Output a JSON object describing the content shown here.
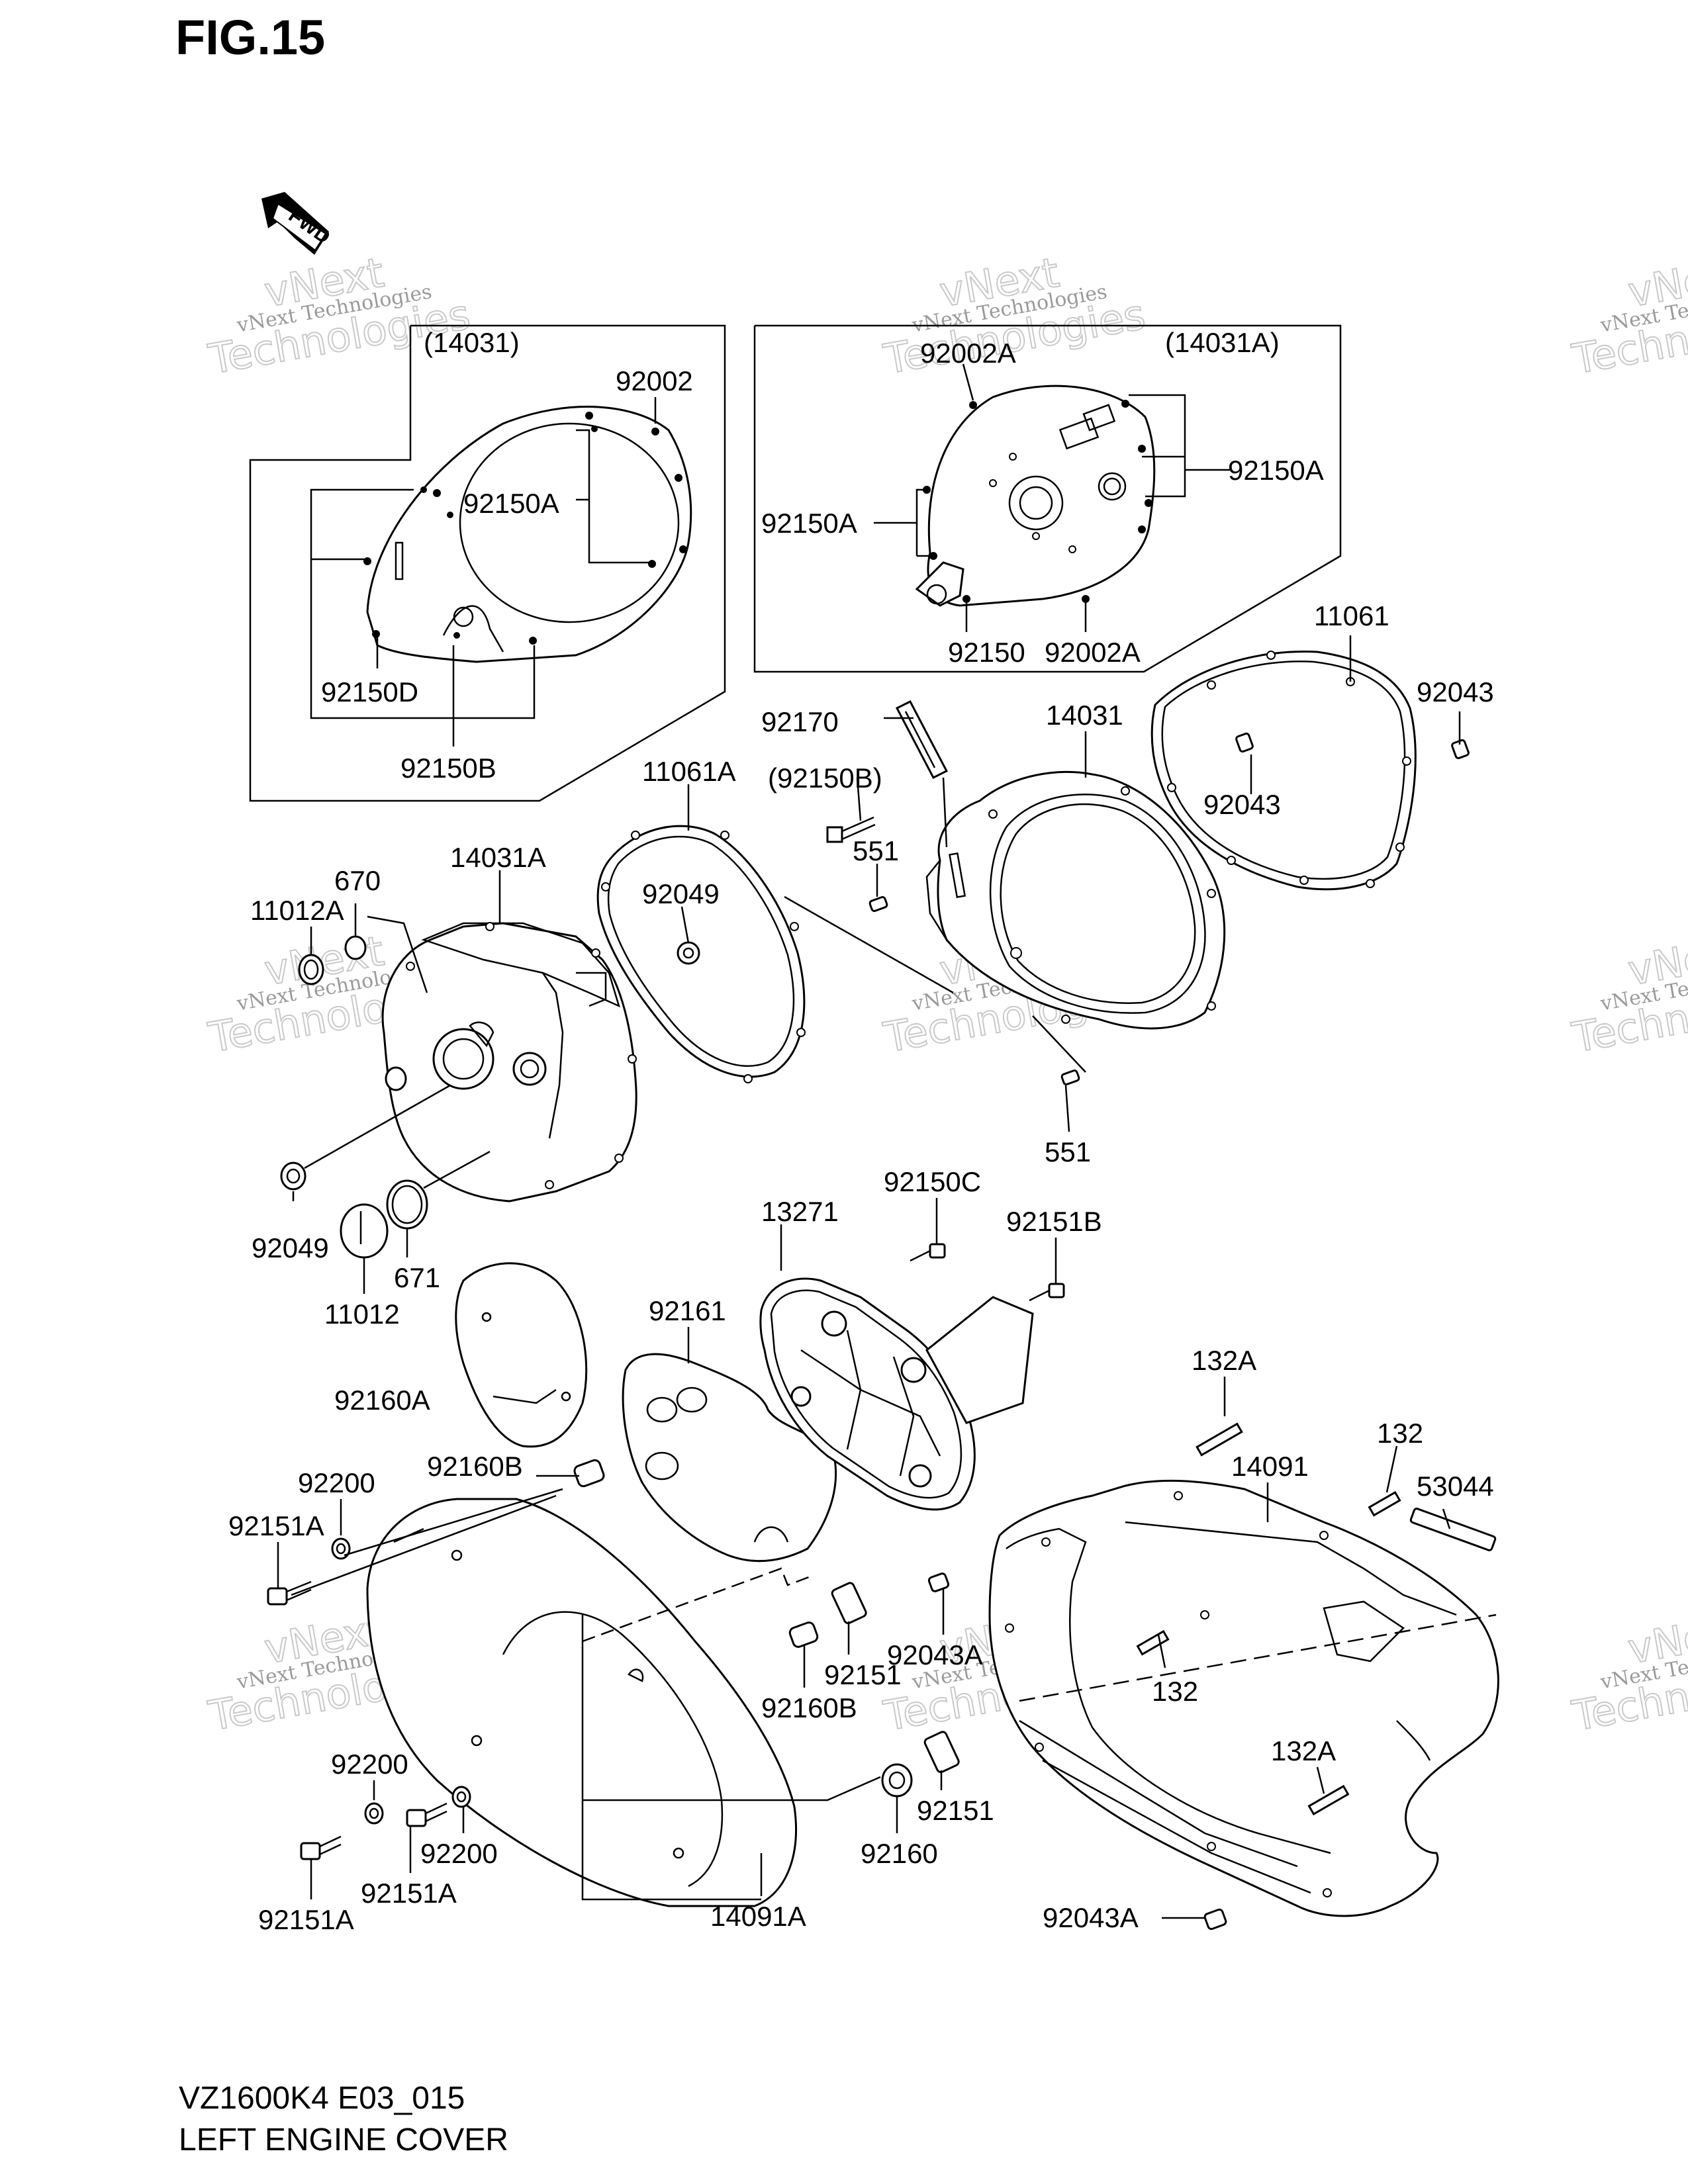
{
  "figure": {
    "title": "FIG.15",
    "footer_model": "VZ1600K4 E03_015",
    "footer_name": "LEFT ENGINE COVER",
    "direction_arrow": "FWD"
  },
  "watermark": {
    "line1": "vNext Technologies",
    "line2": "vNext",
    "line3": "Technologies"
  },
  "callouts": [
    {
      "id": "14031_inset",
      "text": "(14031)"
    },
    {
      "id": "92002",
      "text": "92002"
    },
    {
      "id": "92150A_l",
      "text": "92150A"
    },
    {
      "id": "92150D",
      "text": "92150D"
    },
    {
      "id": "92150B",
      "text": "92150B"
    },
    {
      "id": "14031A_inset",
      "text": "(14031A)"
    },
    {
      "id": "92002A_t",
      "text": "92002A"
    },
    {
      "id": "92150A_r",
      "text": "92150A"
    },
    {
      "id": "92150A_m",
      "text": "92150A"
    },
    {
      "id": "92150",
      "text": "92150"
    },
    {
      "id": "92002A_b",
      "text": "92002A"
    },
    {
      "id": "11061",
      "text": "11061"
    },
    {
      "id": "92043_t",
      "text": "92043"
    },
    {
      "id": "92043_m",
      "text": "92043"
    },
    {
      "id": "14031",
      "text": "14031"
    },
    {
      "id": "92170",
      "text": "92170"
    },
    {
      "id": "92150B_p",
      "text": "(92150B)"
    },
    {
      "id": "551_t",
      "text": "551"
    },
    {
      "id": "551_b",
      "text": "551"
    },
    {
      "id": "11061A",
      "text": "11061A"
    },
    {
      "id": "92049_t",
      "text": "92049"
    },
    {
      "id": "14031A",
      "text": "14031A"
    },
    {
      "id": "670",
      "text": "670"
    },
    {
      "id": "11012A",
      "text": "11012A"
    },
    {
      "id": "92049_b",
      "text": "92049"
    },
    {
      "id": "11012",
      "text": "11012"
    },
    {
      "id": "671",
      "text": "671"
    },
    {
      "id": "92150C",
      "text": "92150C"
    },
    {
      "id": "13271",
      "text": "13271"
    },
    {
      "id": "92151B",
      "text": "92151B"
    },
    {
      "id": "92161",
      "text": "92161"
    },
    {
      "id": "92160A",
      "text": "92160A"
    },
    {
      "id": "132A_t",
      "text": "132A"
    },
    {
      "id": "132_t",
      "text": "132"
    },
    {
      "id": "14091",
      "text": "14091"
    },
    {
      "id": "53044",
      "text": "53044"
    },
    {
      "id": "92200_t",
      "text": "92200"
    },
    {
      "id": "92160B_t",
      "text": "92160B"
    },
    {
      "id": "92151A_t",
      "text": "92151A"
    },
    {
      "id": "92043A_m",
      "text": "92043A"
    },
    {
      "id": "92151_m",
      "text": "92151"
    },
    {
      "id": "92160B_m",
      "text": "92160B"
    },
    {
      "id": "132_m",
      "text": "132"
    },
    {
      "id": "132A_m",
      "text": "132A"
    },
    {
      "id": "92200_m",
      "text": "92200"
    },
    {
      "id": "92200_b",
      "text": "92200"
    },
    {
      "id": "92151A_m",
      "text": "92151A"
    },
    {
      "id": "92151A_b",
      "text": "92151A"
    },
    {
      "id": "92160",
      "text": "92160"
    },
    {
      "id": "92151_b",
      "text": "92151"
    },
    {
      "id": "14091A",
      "text": "14091A"
    },
    {
      "id": "92043A_b",
      "text": "92043A"
    }
  ]
}
